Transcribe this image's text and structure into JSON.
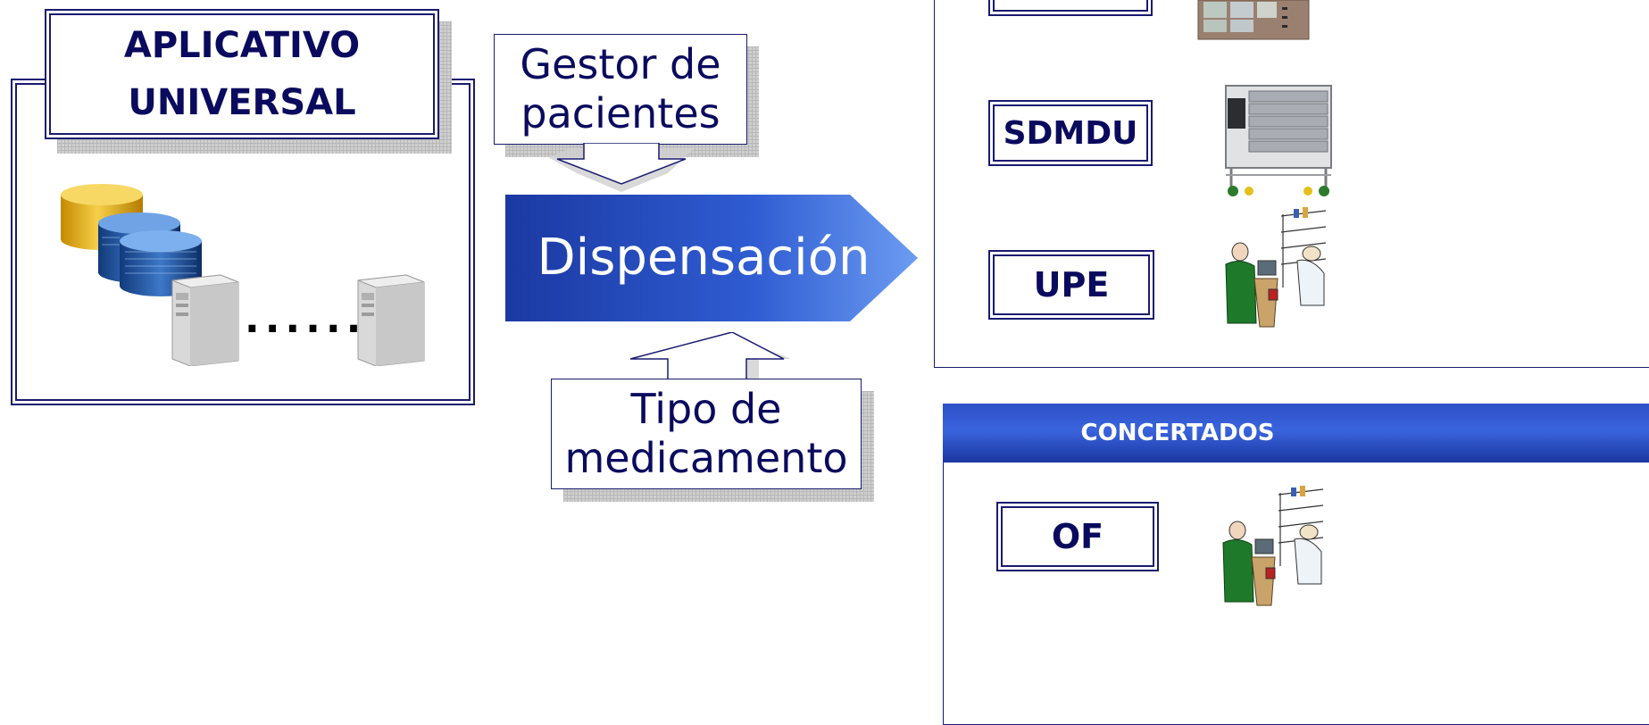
{
  "app": {
    "title_line1": "APLICATIVO",
    "title_line2": "UNIVERSAL",
    "ellipsis": "......"
  },
  "inputs": {
    "top_line1": "Gestor de",
    "top_line2": "pacientes",
    "bottom_line1": "Tipo de",
    "bottom_line2": "medicamento"
  },
  "process": {
    "label": "Dispensación"
  },
  "units": {
    "items": [
      {
        "label": "SDMDU"
      },
      {
        "label": "UPE"
      }
    ]
  },
  "concertados": {
    "header": "CONCERTADOS",
    "items": [
      {
        "label": "OF"
      }
    ]
  },
  "colors": {
    "navy": "#0a0a5e",
    "blue_dark": "#1c3ca8",
    "blue_light": "#6a95ee",
    "gold": "#e8b10e"
  }
}
